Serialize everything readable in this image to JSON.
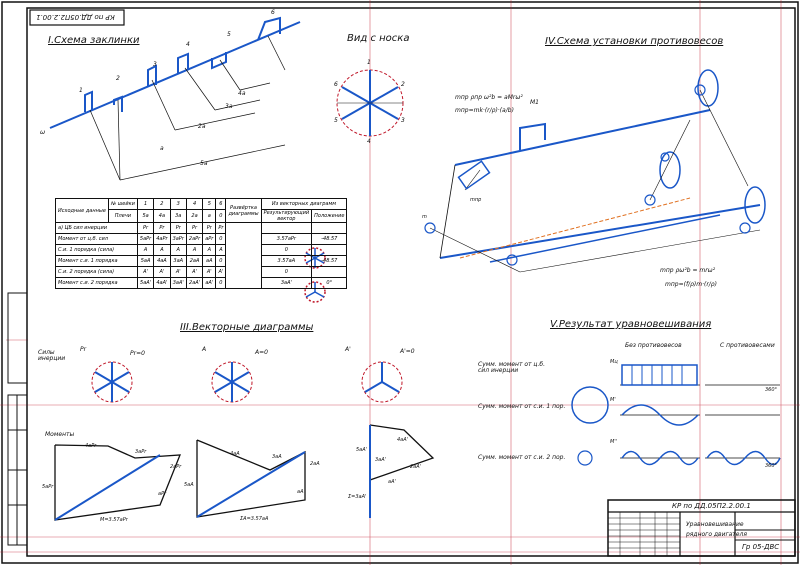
{
  "sheet": {
    "doc_code": "КР по ДД.05П2.2.00.1",
    "doc_code_rotated": "КР по ДД.05П2.2.00.1",
    "title_line1": "Уравновешивание",
    "title_line2": "рядного двигателя",
    "group": "Гр 05-ДВС"
  },
  "sections": {
    "s1": "I.Схема заклинки",
    "s1b": "Вид с носка",
    "s3": "III.Векторные диаграммы",
    "s4": "IV.Схема установки противовесов",
    "s5": "V.Результат уравновешивания"
  },
  "crank_labels": {
    "c1": "1",
    "c2": "2",
    "c3": "3",
    "c4": "4",
    "c5": "5",
    "c6": "6",
    "omega": "ω",
    "dims": [
      "a",
      "2a",
      "3a",
      "4a",
      "5a"
    ]
  },
  "star_labels": [
    "1",
    "2",
    "3",
    "4",
    "5",
    "6"
  ],
  "table": {
    "header": [
      "№ шейки",
      "1",
      "2",
      "3",
      "4",
      "5",
      "6"
    ],
    "row_labels": [
      "Плечи",
      "а) ЦБ сил инерции",
      "Момент от ц.б. сил",
      "С.и. 1 порядка (сила)",
      "Момент с.и. 1 порядка",
      "С.и. 2 порядка (сила)",
      "Момент с.и. 2 порядка"
    ],
    "col_group": "Исходные данные",
    "diag_head": "Развёртка диаграммы",
    "vec_head": "Из векторных диаграмм",
    "res_head": "Результирующий вектор",
    "pos_head": "Положение",
    "rows": [
      [
        "5a",
        "4a",
        "3a",
        "2a",
        "a",
        "0"
      ],
      [
        "Pr",
        "Pr",
        "Pr",
        "Pr",
        "Pr",
        "Pr"
      ],
      [
        "5aPr",
        "4aPr",
        "3aPr",
        "2aPr",
        "aPr",
        "0"
      ],
      [
        "A",
        "A",
        "A",
        "A",
        "A",
        "A"
      ],
      [
        "5aA",
        "4aA",
        "3aA",
        "2aA",
        "aA",
        "0"
      ],
      [
        "A'",
        "A'",
        "A'",
        "A'",
        "A'",
        "A'"
      ],
      [
        "5aA'",
        "4aA'",
        "3aA'",
        "2aA'",
        "aA'",
        "0"
      ]
    ],
    "res": [
      "3.57aPr",
      "0",
      "3.57aA",
      "0",
      "3aA'"
    ],
    "pos": [
      "-48.57",
      "",
      "-48.57",
      "",
      "0°"
    ]
  },
  "vector": {
    "forces_label": "Силы инерции",
    "pr": "Pr",
    "pr0": "Pr=0",
    "a": "A",
    "a0": "A=0",
    "a2": "A'",
    "a20": "A'=0",
    "moments": "Моменты",
    "m1": [
      "5aPr",
      "4aPr",
      "3aPr",
      "2aPr",
      "aPr",
      "M=3.57aPr"
    ],
    "m2": [
      "5aA",
      "4aA",
      "3aA",
      "2aA",
      "aA",
      "ΣA=3.57aA"
    ],
    "m3": [
      "5aA'",
      "4aA'",
      "3aA'",
      "2aA'",
      "aA'",
      "Σ=3aA'"
    ]
  },
  "counter": {
    "f1": "mпр ρпр ω²b = aMrω²",
    "f2": "mпр=mk·(r/ρ)·(a/b)",
    "f3": "mпр ρω²b = mrω²",
    "f4": "mпр=(f/ρ)m·(r/ρ)",
    "m1": "M1",
    "mpr": "mпр",
    "m": "m"
  },
  "result": {
    "without": "Без противовесов",
    "with": "С противовесами",
    "l1": "Сумм. момент от ц.б. сил инерции",
    "l2": "Сумм. момент от с.и. 1 пор.",
    "l3": "Сумм. момент от с.и. 2 пор.",
    "deg": "360°",
    "deg2": "360°",
    "mm": "Мц",
    "mi": "М'",
    "mii": "М''"
  },
  "colors": {
    "line": "#111111",
    "blue": "#1a57c8",
    "red": "#c0182a",
    "orange": "#e07020",
    "magenta": "#b0306a"
  }
}
